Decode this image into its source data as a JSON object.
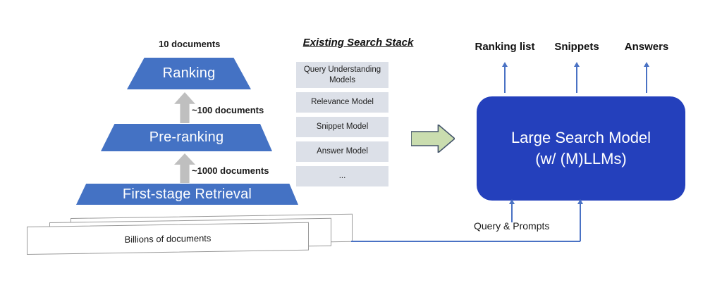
{
  "diagram": {
    "title": "Large Search Model architecture diagram",
    "colors": {
      "trapezoid_blue": "#4472C4",
      "big_box_blue": "#2440BC",
      "gray_arrow": "#BFBFBF",
      "green_arrow": "#CADDAF",
      "green_arrow_border": "#44546A",
      "stack_box": "#DCE0E8",
      "connector_blue": "#4A72C4",
      "background": "#FFFFFF"
    }
  },
  "pyramid": {
    "stages": [
      {
        "label": "Ranking"
      },
      {
        "label": "Pre-ranking"
      },
      {
        "label": "First-stage Retrieval"
      }
    ],
    "flow_labels": [
      {
        "text": "10 documents"
      },
      {
        "text": "~100 documents"
      },
      {
        "text": "~1000 documents"
      }
    ],
    "corpus_label": "Billions of documents"
  },
  "search_stack": {
    "title": "Existing Search Stack",
    "items": [
      {
        "label": "Query Understanding Models"
      },
      {
        "label": "Relevance Model"
      },
      {
        "label": "Snippet Model"
      },
      {
        "label": "Answer Model"
      },
      {
        "label": "..."
      }
    ]
  },
  "transition": {
    "arrow_name": "green-right-arrow"
  },
  "large_search_model": {
    "line1": "Large Search Model",
    "line2": "(w/ (M)LLMs)"
  },
  "outputs": [
    {
      "label": "Ranking list"
    },
    {
      "label": "Snippets"
    },
    {
      "label": "Answers"
    }
  ],
  "inputs": {
    "query_label": "Query & Prompts"
  }
}
